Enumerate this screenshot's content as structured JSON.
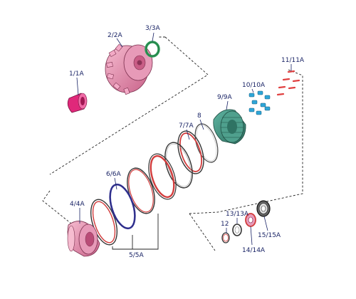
{
  "diagram": {
    "labels": {
      "p1": "1/1A",
      "p2": "2/2A",
      "p3": "3/3A",
      "p4": "4/4A",
      "p5": "5/5A",
      "p6": "6/6A",
      "p7": "7/7A",
      "p8": "8",
      "p9": "9/9A",
      "p10": "10/10A",
      "p11": "11/11A",
      "p12": "12",
      "p13": "13/13A",
      "p14": "14/14A",
      "p15": "15/15A"
    },
    "colors": {
      "pink_part": "#ec8fb0",
      "magenta_bushing": "#e0287a",
      "green_seal": "#2e9a58",
      "teal_hub": "#3e8e7c",
      "cyan_clips": "#2fa6d8",
      "red_pins": "#e04040",
      "navy_ring": "#3a3aa0",
      "red_disc": "#d23c3c",
      "label_text": "#1a2466"
    }
  }
}
